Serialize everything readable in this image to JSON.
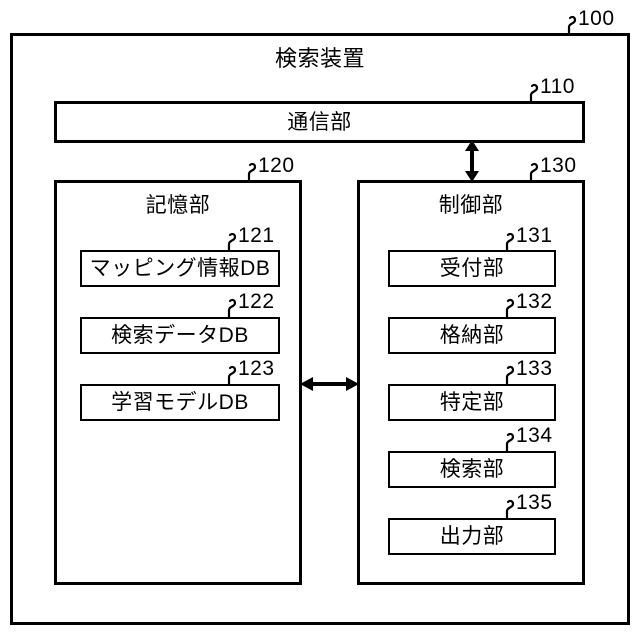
{
  "figure": {
    "device": {
      "ref": "100",
      "title": "検索装置"
    },
    "communication_unit": {
      "ref": "110",
      "label": "通信部"
    },
    "storage_unit": {
      "ref": "120",
      "label": "記憶部",
      "items": [
        {
          "ref": "121",
          "label": "マッピング情報DB"
        },
        {
          "ref": "122",
          "label": "検索データDB"
        },
        {
          "ref": "123",
          "label": "学習モデルDB"
        }
      ]
    },
    "control_unit": {
      "ref": "130",
      "label": "制御部",
      "items": [
        {
          "ref": "131",
          "label": "受付部"
        },
        {
          "ref": "132",
          "label": "格納部"
        },
        {
          "ref": "133",
          "label": "特定部"
        },
        {
          "ref": "134",
          "label": "検索部"
        },
        {
          "ref": "135",
          "label": "出力部"
        }
      ]
    },
    "connectors": [
      {
        "name": "communication-to-control",
        "kind": "double-arrow-vertical"
      },
      {
        "name": "storage-to-control",
        "kind": "double-arrow-horizontal"
      }
    ],
    "colors": {
      "line": "#000000",
      "background": "#ffffff"
    }
  }
}
